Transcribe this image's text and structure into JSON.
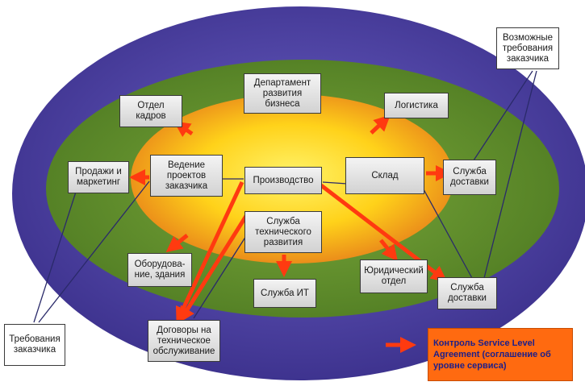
{
  "colors": {
    "outer_ring": "#4a3e9e",
    "middle_ring": "#5e8a2c",
    "inner_core": "#ffe020",
    "inner_edge": "#e07a10",
    "arrow": "#ff3a10",
    "line": "#2a2a6a",
    "legend_fill": "#ff6a10",
    "legend_text": "#1b1f8a"
  },
  "nodes": {
    "hr": "Отдел\nкадров",
    "bizdev": "Департамент\nразвития\nбизнеса",
    "logistics": "Логистика",
    "possible_requirements": "Возможные\nтребования\nзаказчика",
    "sales": "Продажи и\nмаркетинг",
    "projects": "Ведение\nпроектов\nзаказчика",
    "production": "Производство",
    "warehouse": "Склад",
    "delivery_top": "Служба\nдоставки",
    "tech_dev": "Служба\nтехнического\nразвития",
    "equipment": "Оборудова-\nние, здания",
    "legal": "Юридический\nотдел",
    "it": "Служба ИТ",
    "delivery_bottom": "Служба\nдоставки",
    "contracts": "Договоры на\nтехническое\nобслуживание",
    "customer_requirements": "Требования\nзаказчика"
  },
  "legend": {
    "text": "Контроль Service Level\nAgreement (соглашение об\nуровне сервиса)",
    "icon": "arrow-icon"
  }
}
